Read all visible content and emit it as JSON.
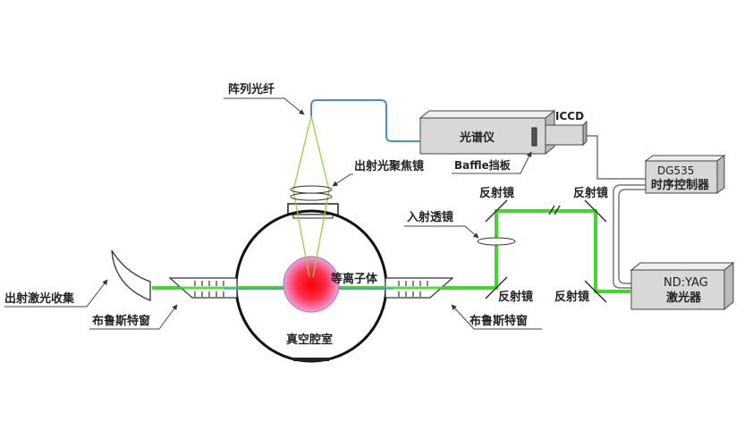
{
  "labels": {
    "fiber_array": "阵列光纤",
    "focusing_lens": "出射光聚焦镜",
    "spectrometer": "光谱仪",
    "baffle": "Baffle挡板",
    "iccd": "ICCD",
    "dg535": "DG535",
    "timing_controller": "时序控制器",
    "mirror": "反射镜",
    "incident_lens": "入射透镜",
    "plasma": "等离子体",
    "ndyag": "ND:YAG",
    "laser": "激光器",
    "laser_collector": "出射激光收集",
    "brewster_window": "布鲁斯特窗",
    "vacuum_chamber": "真空腔室"
  },
  "colors": {
    "beam": "#44d62c",
    "fiber": "#4a90d0",
    "cone": "#9ad03a",
    "plasma": "#ff1010",
    "box": "#d8d8d8"
  }
}
